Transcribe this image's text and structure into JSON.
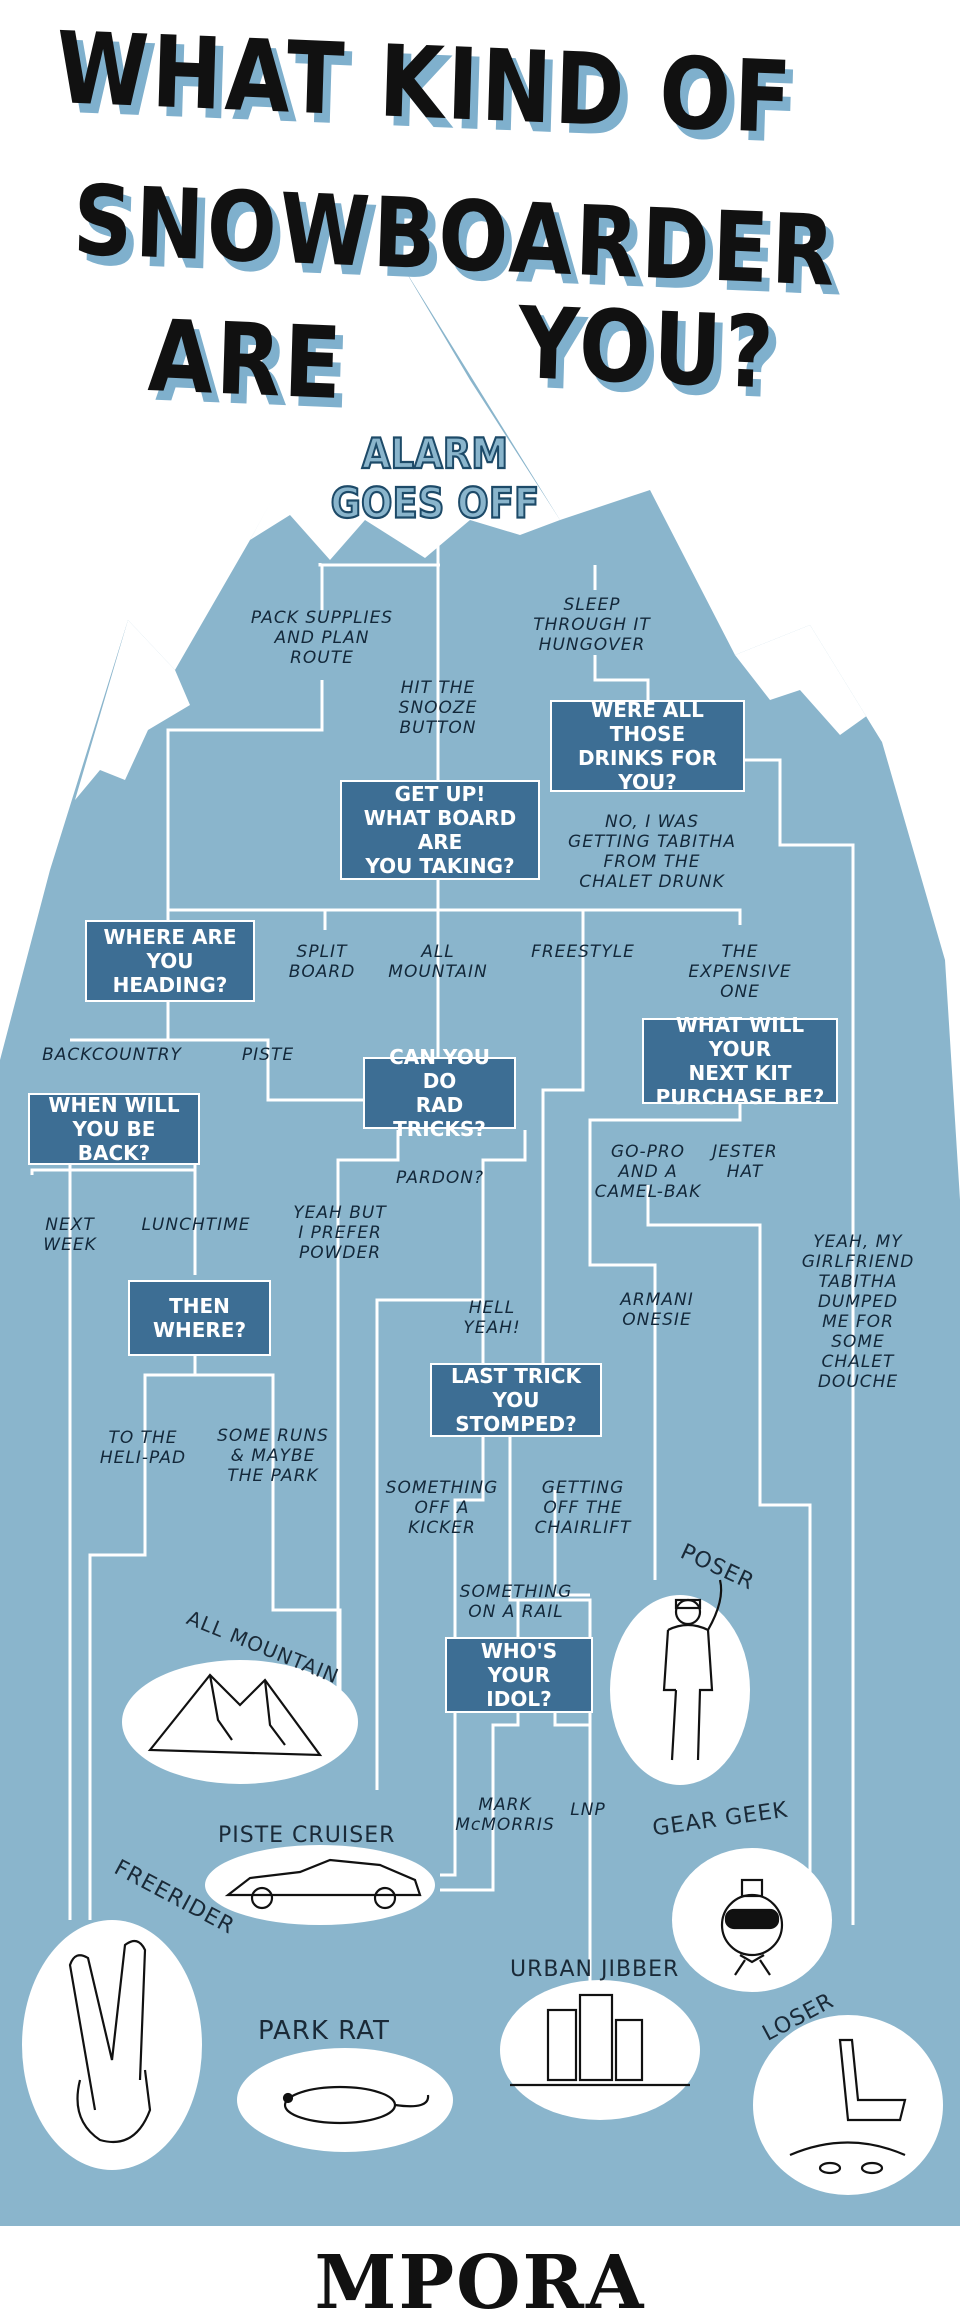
{
  "title": {
    "line1": "WHAT KIND OF",
    "line2": "SNOWBOARDER",
    "line3a": "ARE",
    "line3b": "YOU?"
  },
  "start": {
    "line1": "ALARM",
    "line2": "GOES OFF"
  },
  "questions": {
    "drinks": "WERE ALL THOSE\nDRINKS FOR YOU?",
    "board": "GET UP!\nWHAT BOARD ARE\nYOU TAKING?",
    "heading": "WHERE ARE\nYOU HEADING?",
    "tricks": "CAN YOU DO\nRAD TRICKS?",
    "kit": "WHAT WILL YOUR\nNEXT KIT\nPURCHASE BE?",
    "back": "WHEN WILL\nYOU BE BACK?",
    "then": "THEN\nWHERE?",
    "last_trick": "LAST TRICK\nYOU STOMPED?",
    "idol": "WHO'S\nYOUR IDOL?"
  },
  "answers": {
    "pack": "PACK SUPPLIES\nAND PLAN\nROUTE",
    "sleep": "SLEEP\nTHROUGH IT\nHUNGOVER",
    "snooze": "HIT THE\nSNOOZE\nBUTTON",
    "tabitha": "NO, I WAS\nGETTING TABITHA\nFROM THE\nCHALET DRUNK",
    "split": "SPLIT\nBOARD",
    "all_mountain": "ALL\nMOUNTAIN",
    "freestyle": "FREESTYLE",
    "expensive": "THE\nEXPENSIVE\nONE",
    "backcountry": "BACKCOUNTRY",
    "piste": "PISTE",
    "pardon": "PARDON?",
    "yeah_but": "YEAH BUT\nI PREFER\nPOWDER",
    "hell_yeah": "HELL\nYEAH!",
    "gopro": "GO-PRO\nAND A\nCAMEL-BAK",
    "jester": "JESTER\nHAT",
    "armani": "ARMANI\nONESIE",
    "girlfriend": "YEAH, MY\nGIRLFRIEND\nTABITHA DUMPED\nME FOR SOME\nCHALET DOUCHE",
    "next_week": "NEXT\nWEEK",
    "lunchtime": "LUNCHTIME",
    "heli": "TO THE\nHELI-PAD",
    "some_runs": "SOME RUNS\n& MAYBE\nTHE PARK",
    "kicker": "SOMETHING\nOFF A\nKICKER",
    "chairlift": "GETTING\nOFF THE\nCHAIRLIFT",
    "rail": "SOMETHING\nON A RAIL",
    "mark": "MARK\nMcMORRIS",
    "lnp": "LNP"
  },
  "results": {
    "poser": "POSER",
    "all_mountain": "ALL MOUNTAIN",
    "gear_geek": "GEAR GEEK",
    "piste_cruiser": "PISTE CRUISER",
    "freerider": "FREERIDER",
    "urban_jibber": "URBAN JIBBER",
    "park_rat": "PARK RAT",
    "loser": "LOSER"
  },
  "footer": {
    "logo": "MPORA"
  },
  "colors": {
    "mountain": "#8ab5cc",
    "box": "#3d6e94",
    "line": "#ffffff",
    "ink": "#111111"
  }
}
